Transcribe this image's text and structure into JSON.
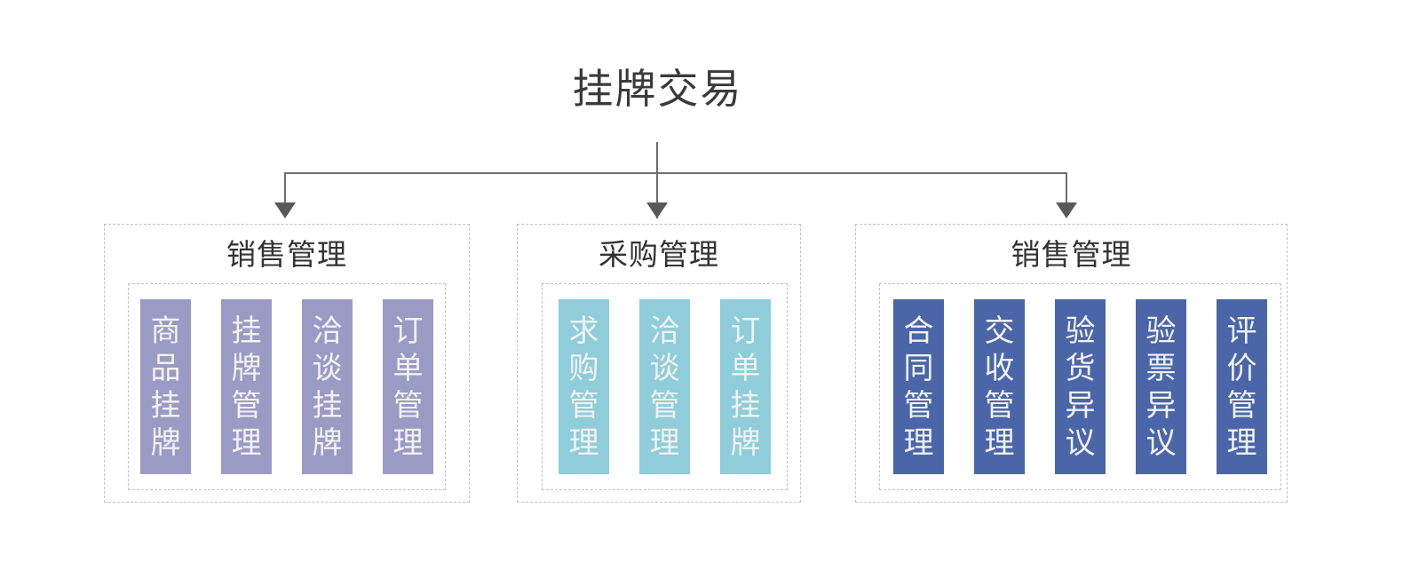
{
  "diagram": {
    "title": "挂牌交易",
    "connector": {
      "line_color": "#6e6e6e",
      "arrow_color": "#595959"
    },
    "groups": [
      {
        "id": "sales-1",
        "title": "销售管理",
        "bar_color": "#9a9bc4",
        "items": [
          {
            "label": "商品挂牌",
            "chars": [
              "商",
              "品",
              "挂",
              "牌"
            ]
          },
          {
            "label": "挂牌管理",
            "chars": [
              "挂",
              "牌",
              "管",
              "理"
            ]
          },
          {
            "label": "洽谈挂牌",
            "chars": [
              "洽",
              "谈",
              "挂",
              "牌"
            ]
          },
          {
            "label": "订单管理",
            "chars": [
              "订",
              "单",
              "管",
              "理"
            ]
          }
        ]
      },
      {
        "id": "purchase",
        "title": "采购管理",
        "bar_color": "#8ecdd9",
        "items": [
          {
            "label": "求购管理",
            "chars": [
              "求",
              "购",
              "管",
              "理"
            ]
          },
          {
            "label": "洽谈管理",
            "chars": [
              "洽",
              "谈",
              "管",
              "理"
            ]
          },
          {
            "label": "订单挂牌",
            "chars": [
              "订",
              "单",
              "挂",
              "牌"
            ]
          }
        ]
      },
      {
        "id": "sales-2",
        "title": "销售管理",
        "bar_color": "#4a66a8",
        "items": [
          {
            "label": "合同管理",
            "chars": [
              "合",
              "同",
              "管",
              "理"
            ]
          },
          {
            "label": "交收管理",
            "chars": [
              "交",
              "收",
              "管",
              "理"
            ]
          },
          {
            "label": "验货异议",
            "chars": [
              "验",
              "货",
              "异",
              "议"
            ]
          },
          {
            "label": "验票异议",
            "chars": [
              "验",
              "票",
              "异",
              "议"
            ]
          },
          {
            "label": "评价管理",
            "chars": [
              "评",
              "价",
              "管",
              "理"
            ]
          }
        ]
      }
    ]
  }
}
